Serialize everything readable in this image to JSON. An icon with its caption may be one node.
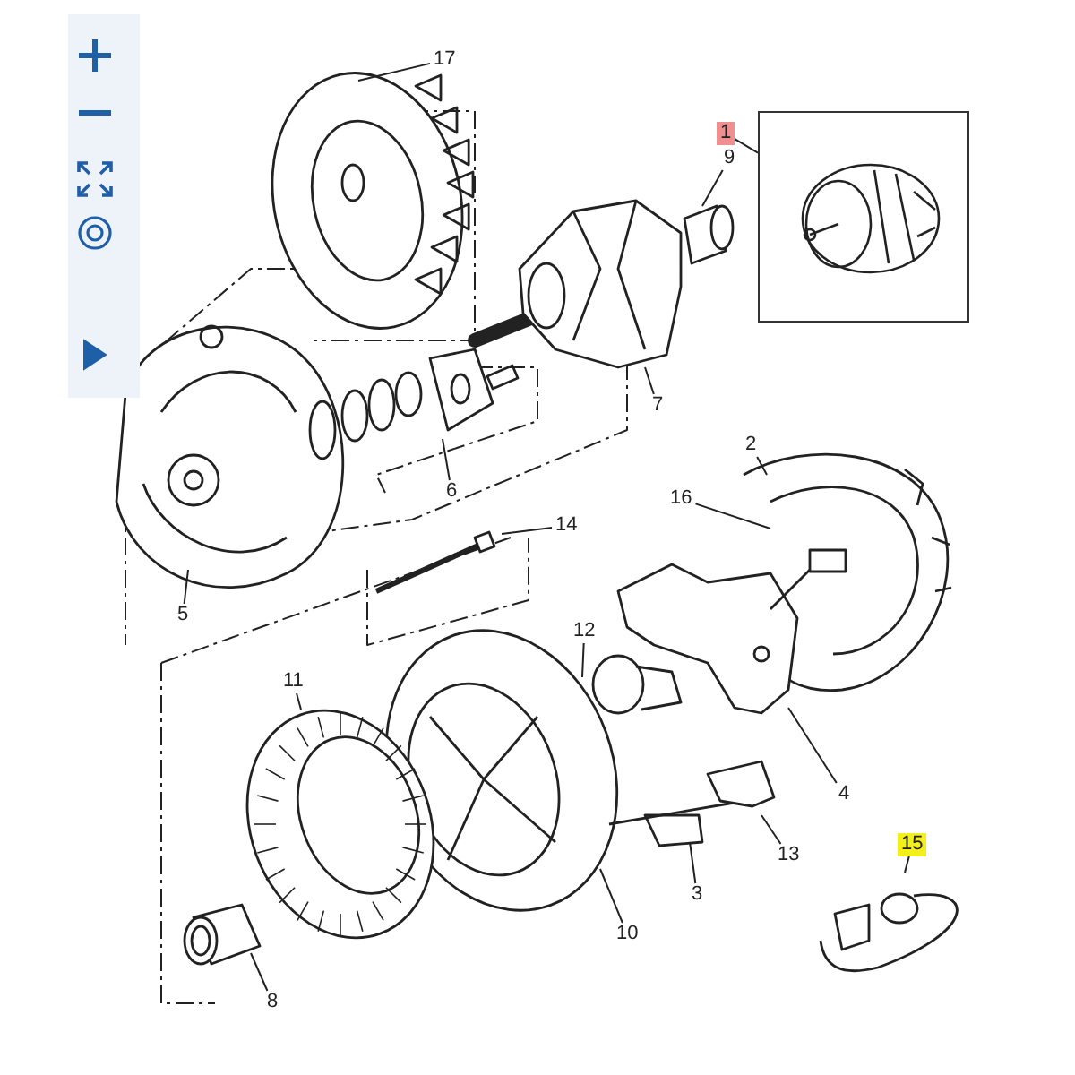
{
  "diagram": {
    "nodes": [
      {
        "text": [
          "17"
        ]
      },
      {
        "text": [
          "1"
        ]
      },
      {
        "text": [],
        "shape": "box"
      },
      {
        "text": [
          "9"
        ]
      },
      {
        "text": [
          "7"
        ]
      },
      {
        "text": [
          "6"
        ]
      },
      {
        "text": [
          "14"
        ]
      },
      {
        "text": [
          "2"
        ]
      },
      {
        "text": [
          "16"
        ]
      },
      {
        "text": [
          "5"
        ]
      },
      {
        "text": [
          "12"
        ]
      },
      {
        "text": [
          "11"
        ]
      },
      {
        "text": [
          "4"
        ]
      },
      {
        "text": [
          "13"
        ]
      },
      {
        "text": [
          "3"
        ]
      },
      {
        "text": [
          "10"
        ]
      },
      {
        "text": [
          "15"
        ]
      },
      {
        "text": [
          "8"
        ]
      }
    ],
    "edges": [
      {
        "from": 0,
        "to": null,
        "arrow": "none"
      },
      {
        "from": 1,
        "to": 2,
        "arrow": "none"
      },
      {
        "from": 3,
        "to": null,
        "arrow": "none"
      },
      {
        "from": 4,
        "to": null,
        "arrow": "none"
      },
      {
        "from": 5,
        "to": null,
        "arrow": "none"
      },
      {
        "from": 6,
        "to": null,
        "arrow": "none"
      },
      {
        "from": 7,
        "to": null,
        "arrow": "none"
      },
      {
        "from": 8,
        "to": null,
        "arrow": "none"
      },
      {
        "from": 9,
        "to": null,
        "arrow": "none"
      },
      {
        "from": 10,
        "to": null,
        "arrow": "none"
      },
      {
        "from": 11,
        "to": null,
        "arrow": "none"
      },
      {
        "from": 12,
        "to": null,
        "arrow": "none"
      },
      {
        "from": 13,
        "to": null,
        "arrow": "none"
      },
      {
        "from": 14,
        "to": null,
        "arrow": "none"
      },
      {
        "from": 15,
        "to": null,
        "arrow": "none"
      },
      {
        "from": 16,
        "to": null,
        "arrow": "none"
      },
      {
        "from": 17,
        "to": null,
        "arrow": "none"
      }
    ]
  }
}
